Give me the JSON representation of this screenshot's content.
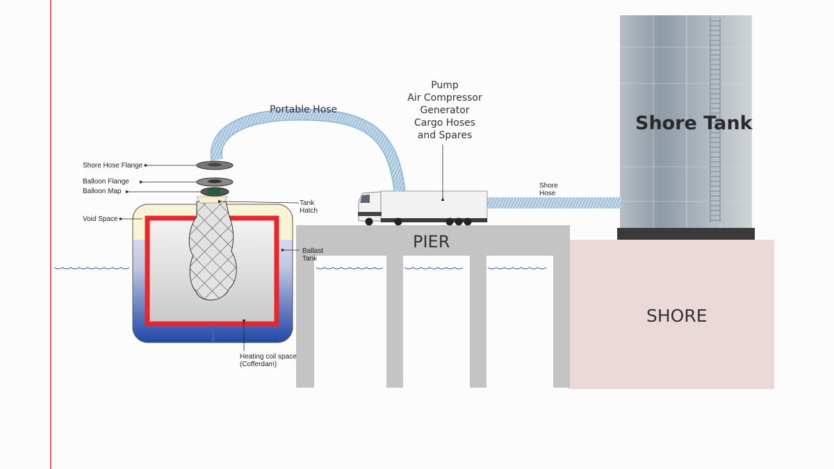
{
  "labels": {
    "portable_hose": "Portable Hose",
    "equipment": [
      "Pump",
      "Air Compressor",
      "Generator",
      "Cargo Hoses",
      "and Spares"
    ],
    "shore_tank": "Shore Tank",
    "shore_hose": [
      "Shore",
      "Hose"
    ],
    "pier": "PIER",
    "shore": "SHORE",
    "shore_hose_flange": "Shore Hose Flange",
    "balloon_flange": "Balloon Flange",
    "balloon_map": "Balloon Map",
    "void_space": "Void Space",
    "tank_hatch": [
      "Tank",
      "Hatch"
    ],
    "ballast_tank": [
      "Ballast",
      "Tank"
    ],
    "heating_coil": [
      "Heating coil space",
      "(Cofferdam)"
    ]
  },
  "colors": {
    "accent_red": "#e8262b",
    "hose_blue": "#b8d3e6",
    "ballast_blue": "#1f49a8",
    "pier_gray": "#c4c4c4",
    "shore_pink": "#ead9d8"
  }
}
